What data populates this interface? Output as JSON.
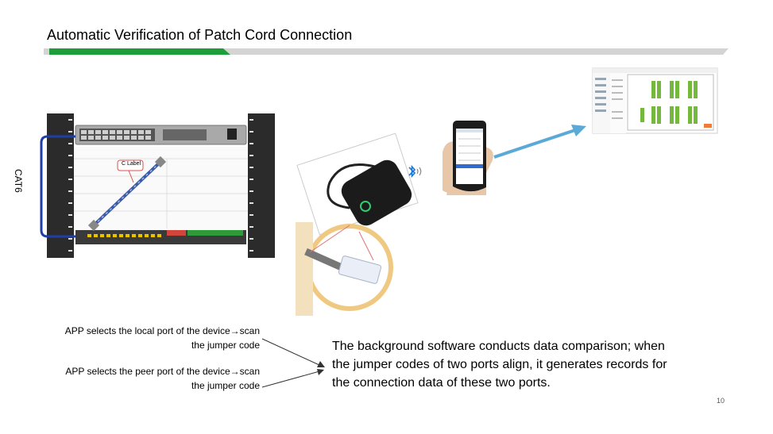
{
  "slide": {
    "title": "Automatic Verification of Patch Cord Connection",
    "page_number": "10",
    "accent_green": "#1e9e3a",
    "accent_gray": "#d4d4d4",
    "arrow_blue": "#5aa9d6"
  },
  "rack": {
    "cable_label": "CAT6",
    "tag_label": "C Label"
  },
  "notes": {
    "local_line1": "APP selects the local port of the device→scan",
    "local_line2": "the jumper code",
    "peer_line1": "APP selects the peer port of the device→scan",
    "peer_line2": "the jumper code"
  },
  "description": {
    "line1": "The background software conducts data comparison; when",
    "line2": "the jumper codes of two ports align, it generates records for",
    "line3": "the connection data of these two ports."
  },
  "icons": [
    "bluetooth-icon"
  ]
}
